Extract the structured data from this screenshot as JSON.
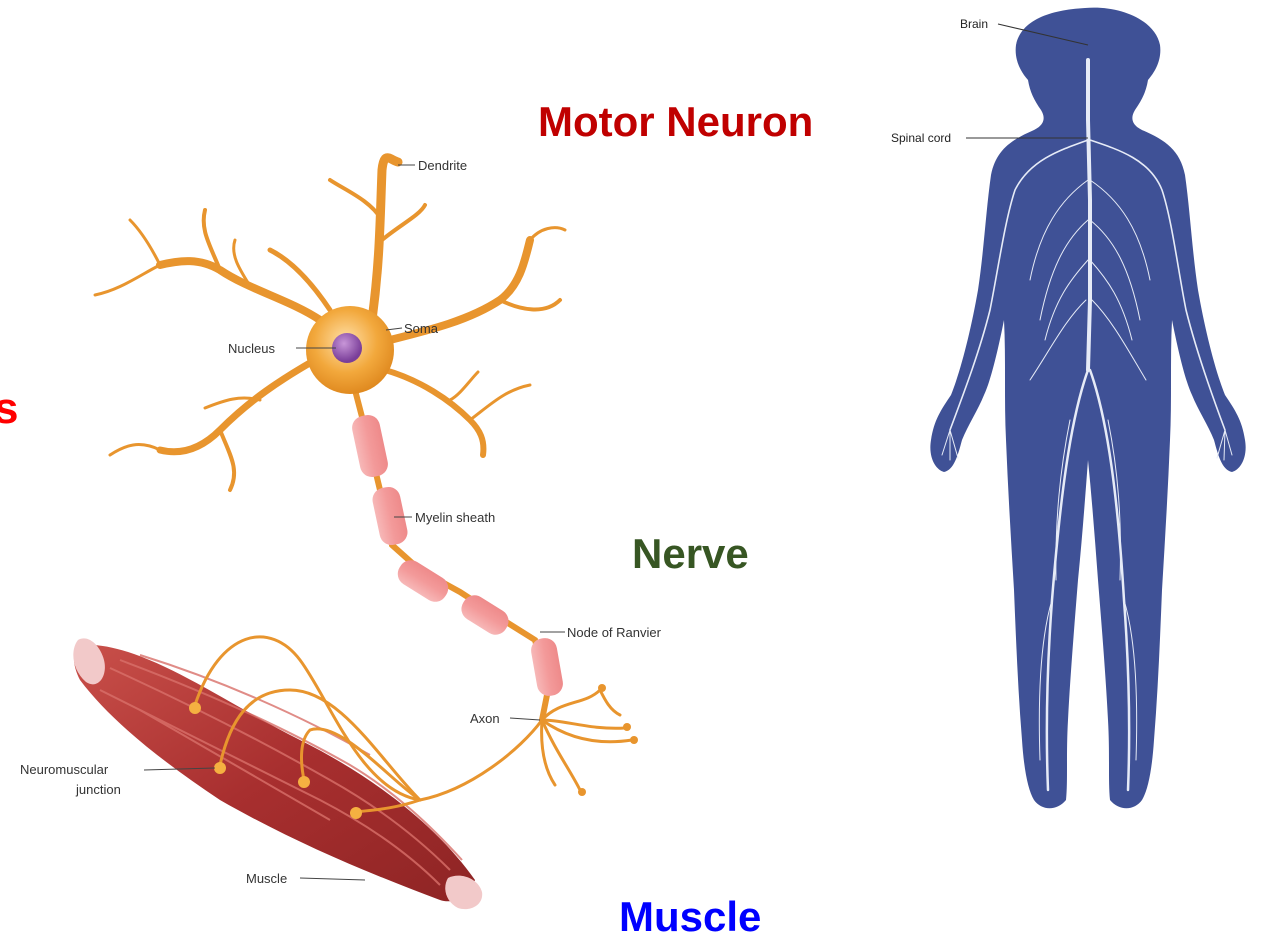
{
  "titles": {
    "motor_neuron": "Motor Neuron",
    "nerve": "Nerve",
    "muscle": "Muscle",
    "cut_off": "s"
  },
  "neuron_labels": {
    "dendrite": "Dendrite",
    "soma": "Soma",
    "nucleus": "Nucleus",
    "myelin": "Myelin sheath",
    "node": "Node of Ranvier",
    "axon": "Axon",
    "nmj_line1": "Neuromuscular",
    "nmj_line2": "junction",
    "muscle": "Muscle"
  },
  "body_labels": {
    "brain": "Brain",
    "spinal_cord": "Spinal cord"
  },
  "colors": {
    "motor_neuron_title": "#C00000",
    "nerve_title": "#375623",
    "muscle_title": "#0000FF",
    "cut_off_title": "#FF0000",
    "neuron": "#E8952E",
    "myelin": "#F4A6A6",
    "muscle_tissue": "#B33A3A",
    "body": "#3F5196",
    "nerves": "#E6EBF7"
  }
}
